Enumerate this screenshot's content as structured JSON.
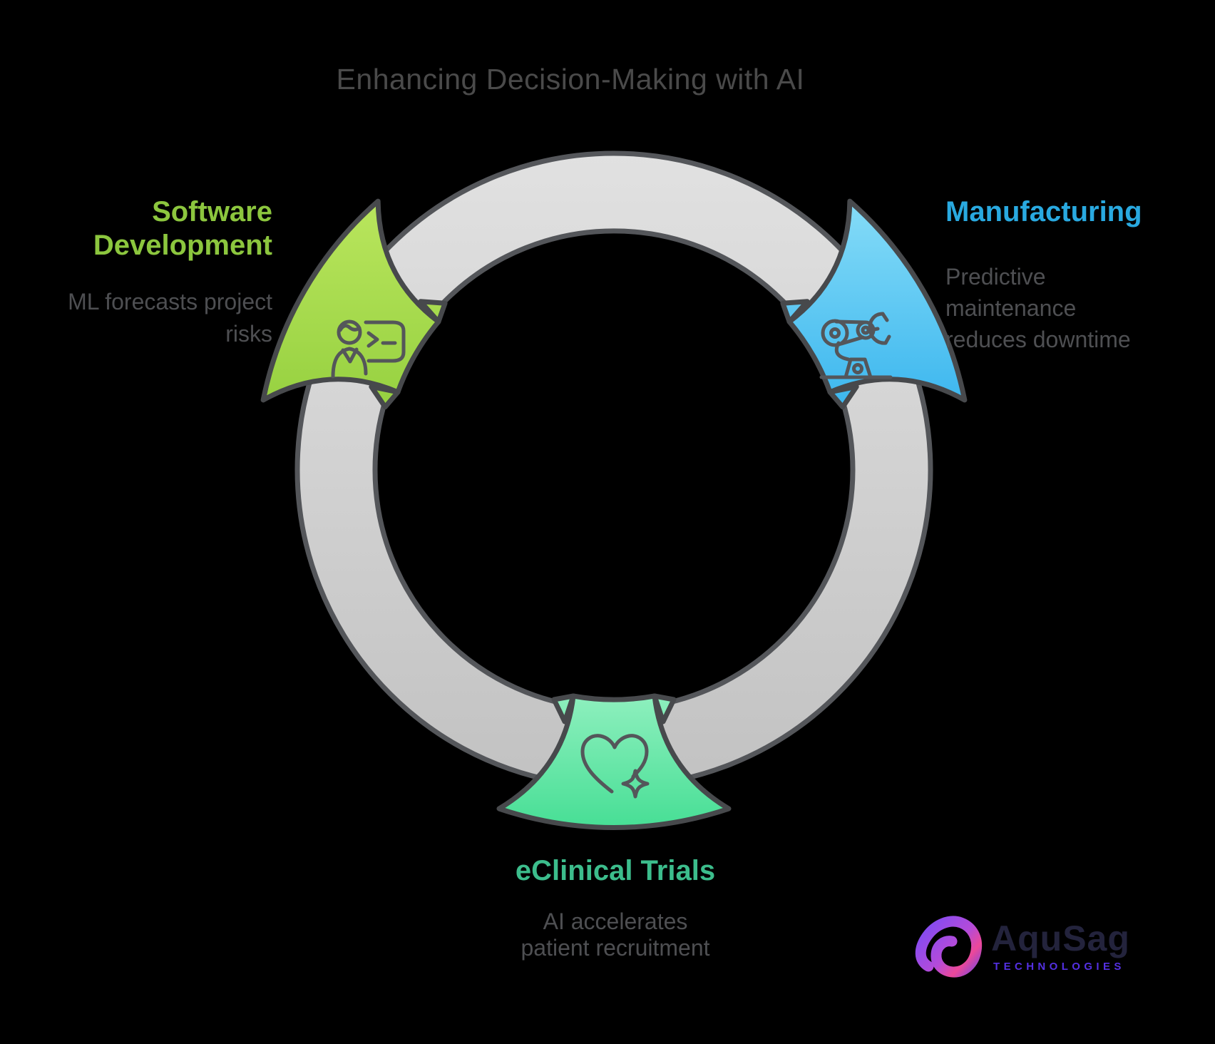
{
  "title": "Enhancing Decision-Making with AI",
  "diagram": {
    "type": "cycle",
    "ring_color": "#D6D6D6",
    "outline_color": "#4D4F52",
    "nodes": [
      {
        "id": "software-development",
        "position": "top-left",
        "label": "Software Development",
        "label_lines": [
          "Software",
          "Development"
        ],
        "description": "ML forecasts project risks",
        "description_lines": [
          "ML forecasts project",
          "risks"
        ],
        "accent_color": "#8CC63E",
        "icon": "presenter-terminal-icon"
      },
      {
        "id": "manufacturing",
        "position": "top-right",
        "label": "Manufacturing",
        "label_lines": [
          "Manufacturing"
        ],
        "description": "Predictive maintenance reduces downtime",
        "description_lines": [
          "Predictive",
          "maintenance",
          "reduces downtime"
        ],
        "accent_color": "#29A9E0",
        "icon": "robot-arm-icon"
      },
      {
        "id": "eclinical-trials",
        "position": "bottom",
        "label": "eClinical Trials",
        "label_lines": [
          "eClinical Trials"
        ],
        "description": "AI accelerates patient recruitment",
        "description_lines": [
          "AI accelerates",
          "patient recruitment"
        ],
        "accent_color": "#3CBD8C",
        "icon": "heart-sparkle-icon"
      }
    ]
  },
  "logo": {
    "name": "AquSag",
    "tagline": "TECHNOLOGIES"
  }
}
